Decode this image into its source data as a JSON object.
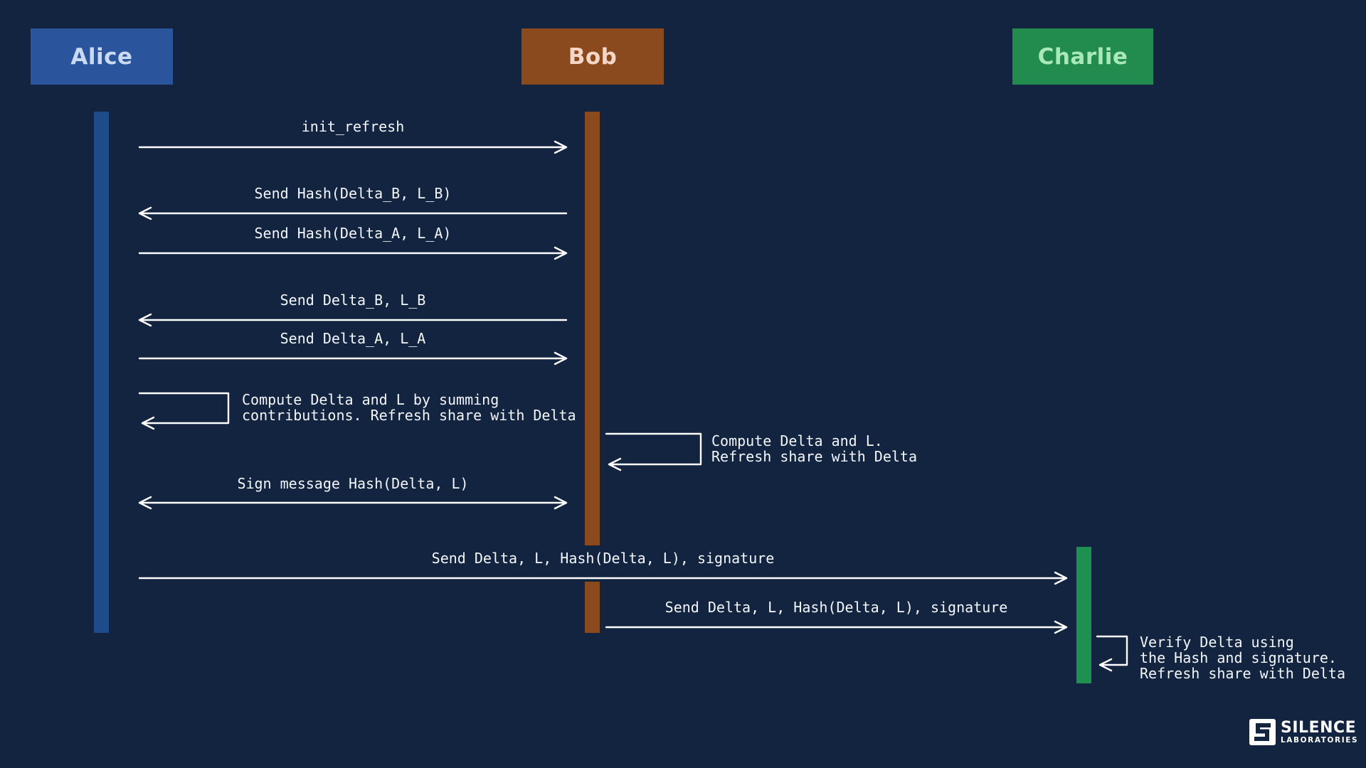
{
  "diagram": {
    "type": "sequence-diagram",
    "background_color": "#122440",
    "arrow_color": "#FFFFFF"
  },
  "actors": [
    {
      "name": "Alice",
      "box_color": "#2A549B",
      "text_color": "#C9DAF1",
      "lifeline_color": "#1E4B8A"
    },
    {
      "name": "Bob",
      "box_color": "#8A4A1E",
      "text_color": "#F6D7C7",
      "lifeline_color": "#8A4A1E"
    },
    {
      "name": "Charlie",
      "box_color": "#218C4E",
      "text_color": "#A9E8B7",
      "lifeline_color": "#1E9150"
    }
  ],
  "messages": {
    "m1": {
      "label": "init_refresh",
      "from": "Alice",
      "to": "Bob",
      "type": "arrow-right"
    },
    "m2": {
      "label": "Send Hash(Delta_B, L_B)",
      "from": "Bob",
      "to": "Alice",
      "type": "arrow-left"
    },
    "m3": {
      "label": "Send Hash(Delta_A, L_A)",
      "from": "Alice",
      "to": "Bob",
      "type": "arrow-right"
    },
    "m4": {
      "label": "Send Delta_B, L_B",
      "from": "Bob",
      "to": "Alice",
      "type": "arrow-left"
    },
    "m5": {
      "label": "Send Delta_A, L_A",
      "from": "Alice",
      "to": "Bob",
      "type": "arrow-right"
    },
    "m6": {
      "label": "Compute Delta and L by summing\ncontributions. Refresh share with Delta",
      "from": "Alice",
      "to": "Alice",
      "type": "self-loop"
    },
    "m7": {
      "label": "Compute Delta and L.\nRefresh share with Delta",
      "from": "Bob",
      "to": "Bob",
      "type": "self-loop"
    },
    "m8": {
      "label": "Sign message Hash(Delta, L)",
      "from": "Alice",
      "to": "Bob",
      "type": "arrow-both"
    },
    "m9": {
      "label": "Send Delta, L, Hash(Delta, L), signature",
      "from": "Alice",
      "to": "Charlie",
      "type": "arrow-right"
    },
    "m10": {
      "label": "Send Delta, L, Hash(Delta, L), signature",
      "from": "Bob",
      "to": "Charlie",
      "type": "arrow-right"
    },
    "m11": {
      "label": "Verify Delta using\nthe Hash and signature.\nRefresh share with Delta",
      "from": "Charlie",
      "to": "Charlie",
      "type": "self-loop"
    }
  },
  "logo": {
    "name": "SILENCE",
    "sub": "LABORATORIES"
  }
}
